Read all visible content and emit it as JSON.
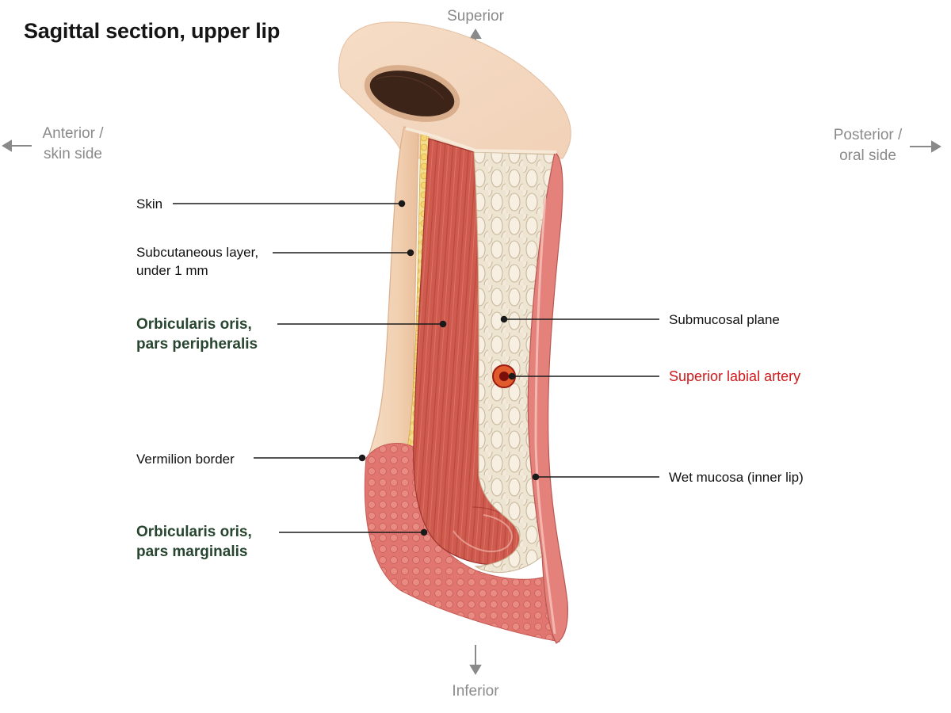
{
  "title": "Sagittal section, upper lip",
  "orientation": {
    "superior": "Superior",
    "inferior": "Inferior",
    "anterior_line1": "Anterior /",
    "anterior_line2": "skin side",
    "posterior_line1": "Posterior /",
    "posterior_line2": "oral side"
  },
  "labels": {
    "skin": "Skin",
    "subcutaneous_line1": "Subcutaneous layer,",
    "subcutaneous_line2": "under 1 mm",
    "oo_peripheral_line1": "Orbicularis oris,",
    "oo_peripheral_line2": "pars peripheralis",
    "vermilion": "Vermilion border",
    "oo_marginal_line1": "Orbicularis oris,",
    "oo_marginal_line2": "pars marginalis",
    "submucosal": "Submucosal plane",
    "artery": "Superior labial artery",
    "mucosa": "Wet mucosa (inner lip)"
  },
  "colors": {
    "skin": "#f2d3b7",
    "fat": "#f2d57a",
    "muscle": "#cf5a4e",
    "submucosa": "#eee4d2",
    "mucosa": "#e4827c",
    "artery": "#d0181a",
    "major_label": "#284530"
  }
}
